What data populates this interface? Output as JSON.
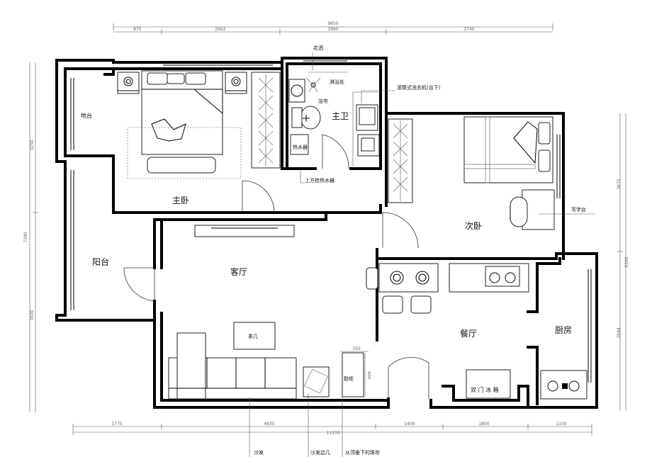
{
  "dimensions": {
    "top_total": "9850",
    "top": [
      "875",
      "2662",
      "1960",
      "3740"
    ],
    "bottom_total": "11530",
    "bottom": [
      "1775",
      "4835",
      "1400",
      "1800",
      "1100"
    ],
    "left_total": "7380",
    "left": [
      "3250",
      "3930"
    ],
    "right_total": "6300",
    "right": [
      "3675",
      "2644"
    ],
    "shoe_width": "350",
    "shoe_depth": "600"
  },
  "rooms": {
    "master_bedroom": "主卧",
    "master_bath": "主卫",
    "second_bedroom": "次卧",
    "balcony": "阳台",
    "living_room": "客厅",
    "dining_room": "餐厅",
    "kitchen": "厨房"
  },
  "labels": {
    "platform": "地台",
    "shower_head": "花洒",
    "shower_area": "淋浴处",
    "washer": "滚筒式洗衣机(台下)",
    "curtain": "浴帘",
    "water_heater": "热水器",
    "water_heater_note": "上方挂热水器",
    "desk": "写字台",
    "tea_table": "茶几",
    "shoe_cabinet": "鞋柜",
    "fridge": "双 门 冰 箱"
  },
  "callouts": {
    "sofa": "沙发",
    "side_table": "沙发边几",
    "bead_curtain": "从顶垂下的珠帘"
  }
}
